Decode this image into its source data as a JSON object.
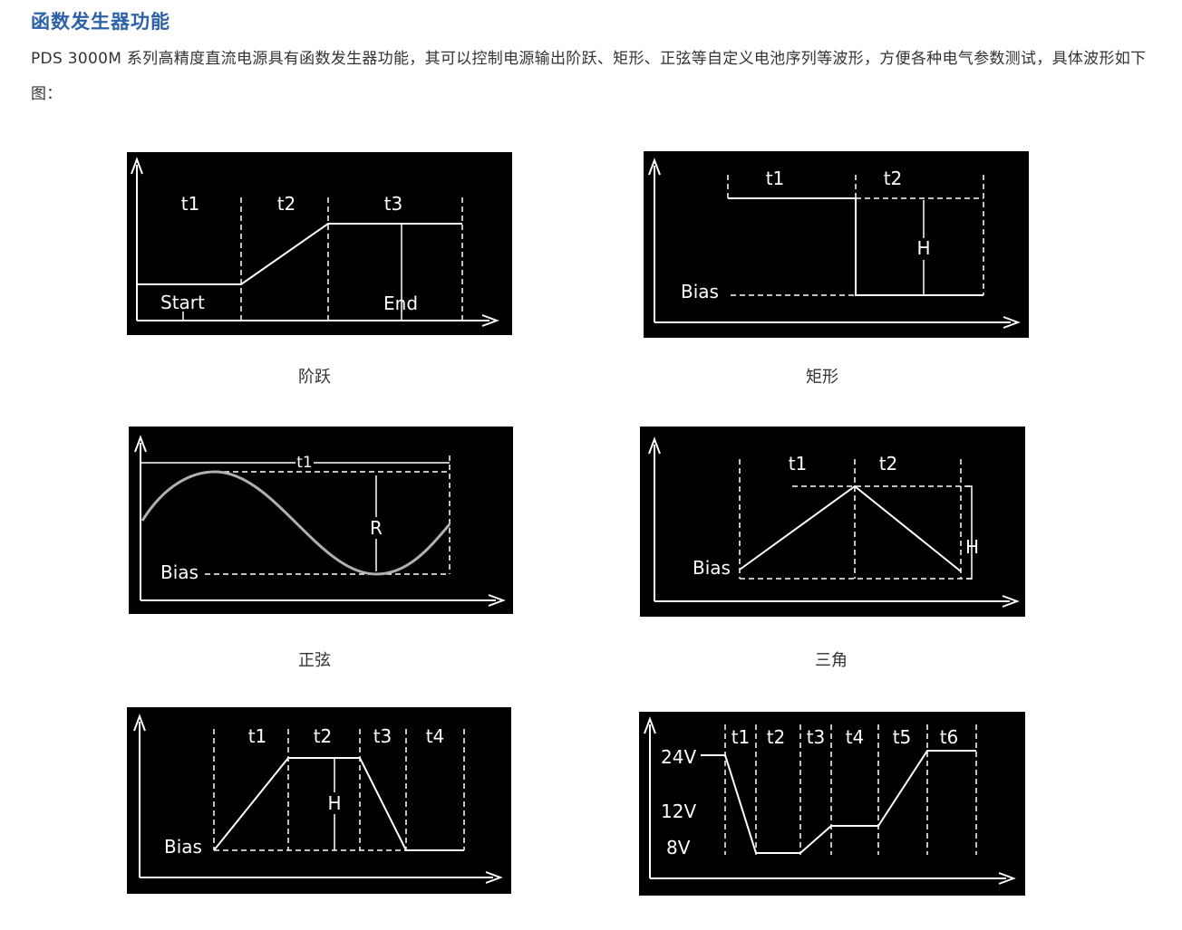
{
  "section": {
    "title": "函数发生器功能",
    "description": "PDS 3000M 系列高精度直流电源具有函数发生器功能，其可以控制电源输出阶跃、矩形、正弦等自定义电池序列等波形，方便各种电气参数测试，具体波形如下图："
  },
  "waveforms": {
    "step": {
      "caption": "阶跃",
      "labels": {
        "t1": "t1",
        "t2": "t2",
        "t3": "t3",
        "start": "Start",
        "end": "End"
      }
    },
    "rectangle": {
      "caption": "矩形",
      "labels": {
        "t1": "t1",
        "t2": "t2",
        "h": "H",
        "bias": "Bias"
      }
    },
    "sine": {
      "caption": "正弦",
      "labels": {
        "t1": "t1",
        "r": "R",
        "bias": "Bias"
      }
    },
    "triangle": {
      "caption": "三角",
      "labels": {
        "t1": "t1",
        "t2": "t2",
        "h": "H",
        "bias": "Bias"
      }
    },
    "trapezoid": {
      "labels": {
        "t1": "t1",
        "t2": "t2",
        "t3": "t3",
        "t4": "t4",
        "h": "H",
        "bias": "Bias"
      }
    },
    "sequence": {
      "labels": {
        "t1": "t1",
        "t2": "t2",
        "t3": "t3",
        "t4": "t4",
        "t5": "t5",
        "t6": "t6",
        "v24": "24V",
        "v12": "12V",
        "v8": "8V"
      }
    }
  },
  "colors": {
    "heading": "#2e62a8",
    "panel_background": "#000000",
    "waveform_line": "#ffffff"
  }
}
